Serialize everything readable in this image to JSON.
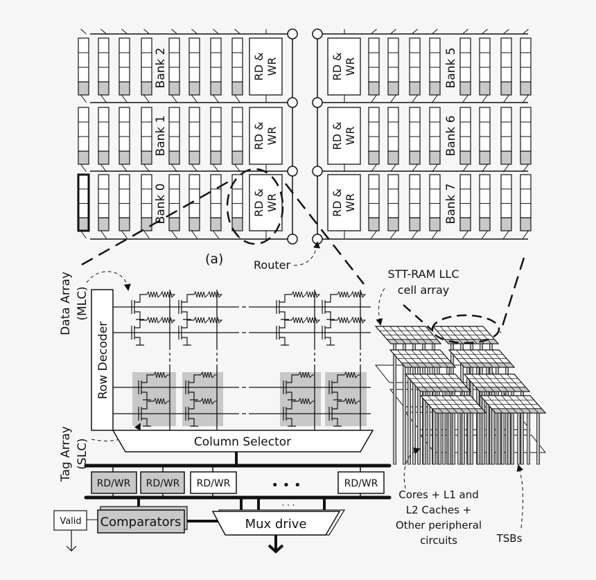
{
  "banks_left": [
    "Bank 2",
    "Bank 1",
    "Bank 0"
  ],
  "banks_right": [
    "Bank 5",
    "Bank 6",
    "Bank 7"
  ],
  "rdwr_block": {
    "line1": "RD &",
    "line2": "WR"
  },
  "subfigure_label": "(a)",
  "router_label": "Router",
  "data_array": {
    "line1": "Data  Array",
    "line2": "(MLC)"
  },
  "tag_array": {
    "line1": "Tag  Array",
    "line2": "(SLC)"
  },
  "row_decoder": "Row Decoder",
  "column_selector": "Column Selector",
  "rdwr_units": [
    "RD/WR",
    "RD/WR",
    "RD/WR",
    "RD/WR"
  ],
  "ellipsis": "• • •",
  "small_ellipsis": "· · ·",
  "valid": "Valid",
  "comparators": "Comparators",
  "mux_drive": "Mux drive",
  "stt_label": {
    "line1": "STT-RAM LLC",
    "line2": "cell array"
  },
  "cores_label": [
    "Cores + L1 and",
    "L2 Caches +",
    "Other peripheral",
    "circuits"
  ],
  "tsb_label": "TSBs",
  "colors": {
    "gray_fill": "#c8c8c8",
    "line": "#111111",
    "background": "#f6f6f6"
  }
}
